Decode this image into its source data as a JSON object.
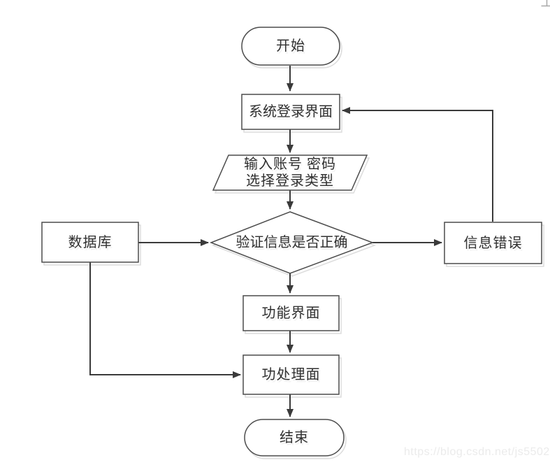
{
  "diagram": {
    "title": "system-login-flowchart",
    "nodes": {
      "start": {
        "type": "terminator",
        "label": "开始"
      },
      "login": {
        "type": "process",
        "label": "系统登录界面"
      },
      "input": {
        "type": "io",
        "lines": [
          "输入账号 密码",
          "选择登录类型"
        ]
      },
      "decision": {
        "type": "decision",
        "label": "验证信息是否正确"
      },
      "database": {
        "type": "process",
        "label": "数据库"
      },
      "error": {
        "type": "process",
        "label": "信息错误"
      },
      "function": {
        "type": "process",
        "label": "功能界面"
      },
      "process": {
        "type": "process",
        "label": "功处理面"
      },
      "end": {
        "type": "terminator",
        "label": "结束"
      }
    },
    "edges": [
      {
        "from": "start",
        "to": "login"
      },
      {
        "from": "login",
        "to": "input"
      },
      {
        "from": "input",
        "to": "decision"
      },
      {
        "from": "database",
        "to": "decision"
      },
      {
        "from": "decision",
        "to": "error"
      },
      {
        "from": "error",
        "to": "login"
      },
      {
        "from": "decision",
        "to": "function"
      },
      {
        "from": "function",
        "to": "process"
      },
      {
        "from": "database",
        "to": "process"
      },
      {
        "from": "process",
        "to": "end"
      }
    ],
    "colors": {
      "shape_border": "#4c4c4c",
      "shape_fill": "#ffffff",
      "shadow": "#dcdcdc",
      "connector": "#3a3a3a",
      "text": "#303030",
      "corner_mark": "#a8a8a8"
    }
  },
  "watermark": {
    "text": "https://blog.csdn.net/js5502",
    "color": "#ebebeb"
  }
}
